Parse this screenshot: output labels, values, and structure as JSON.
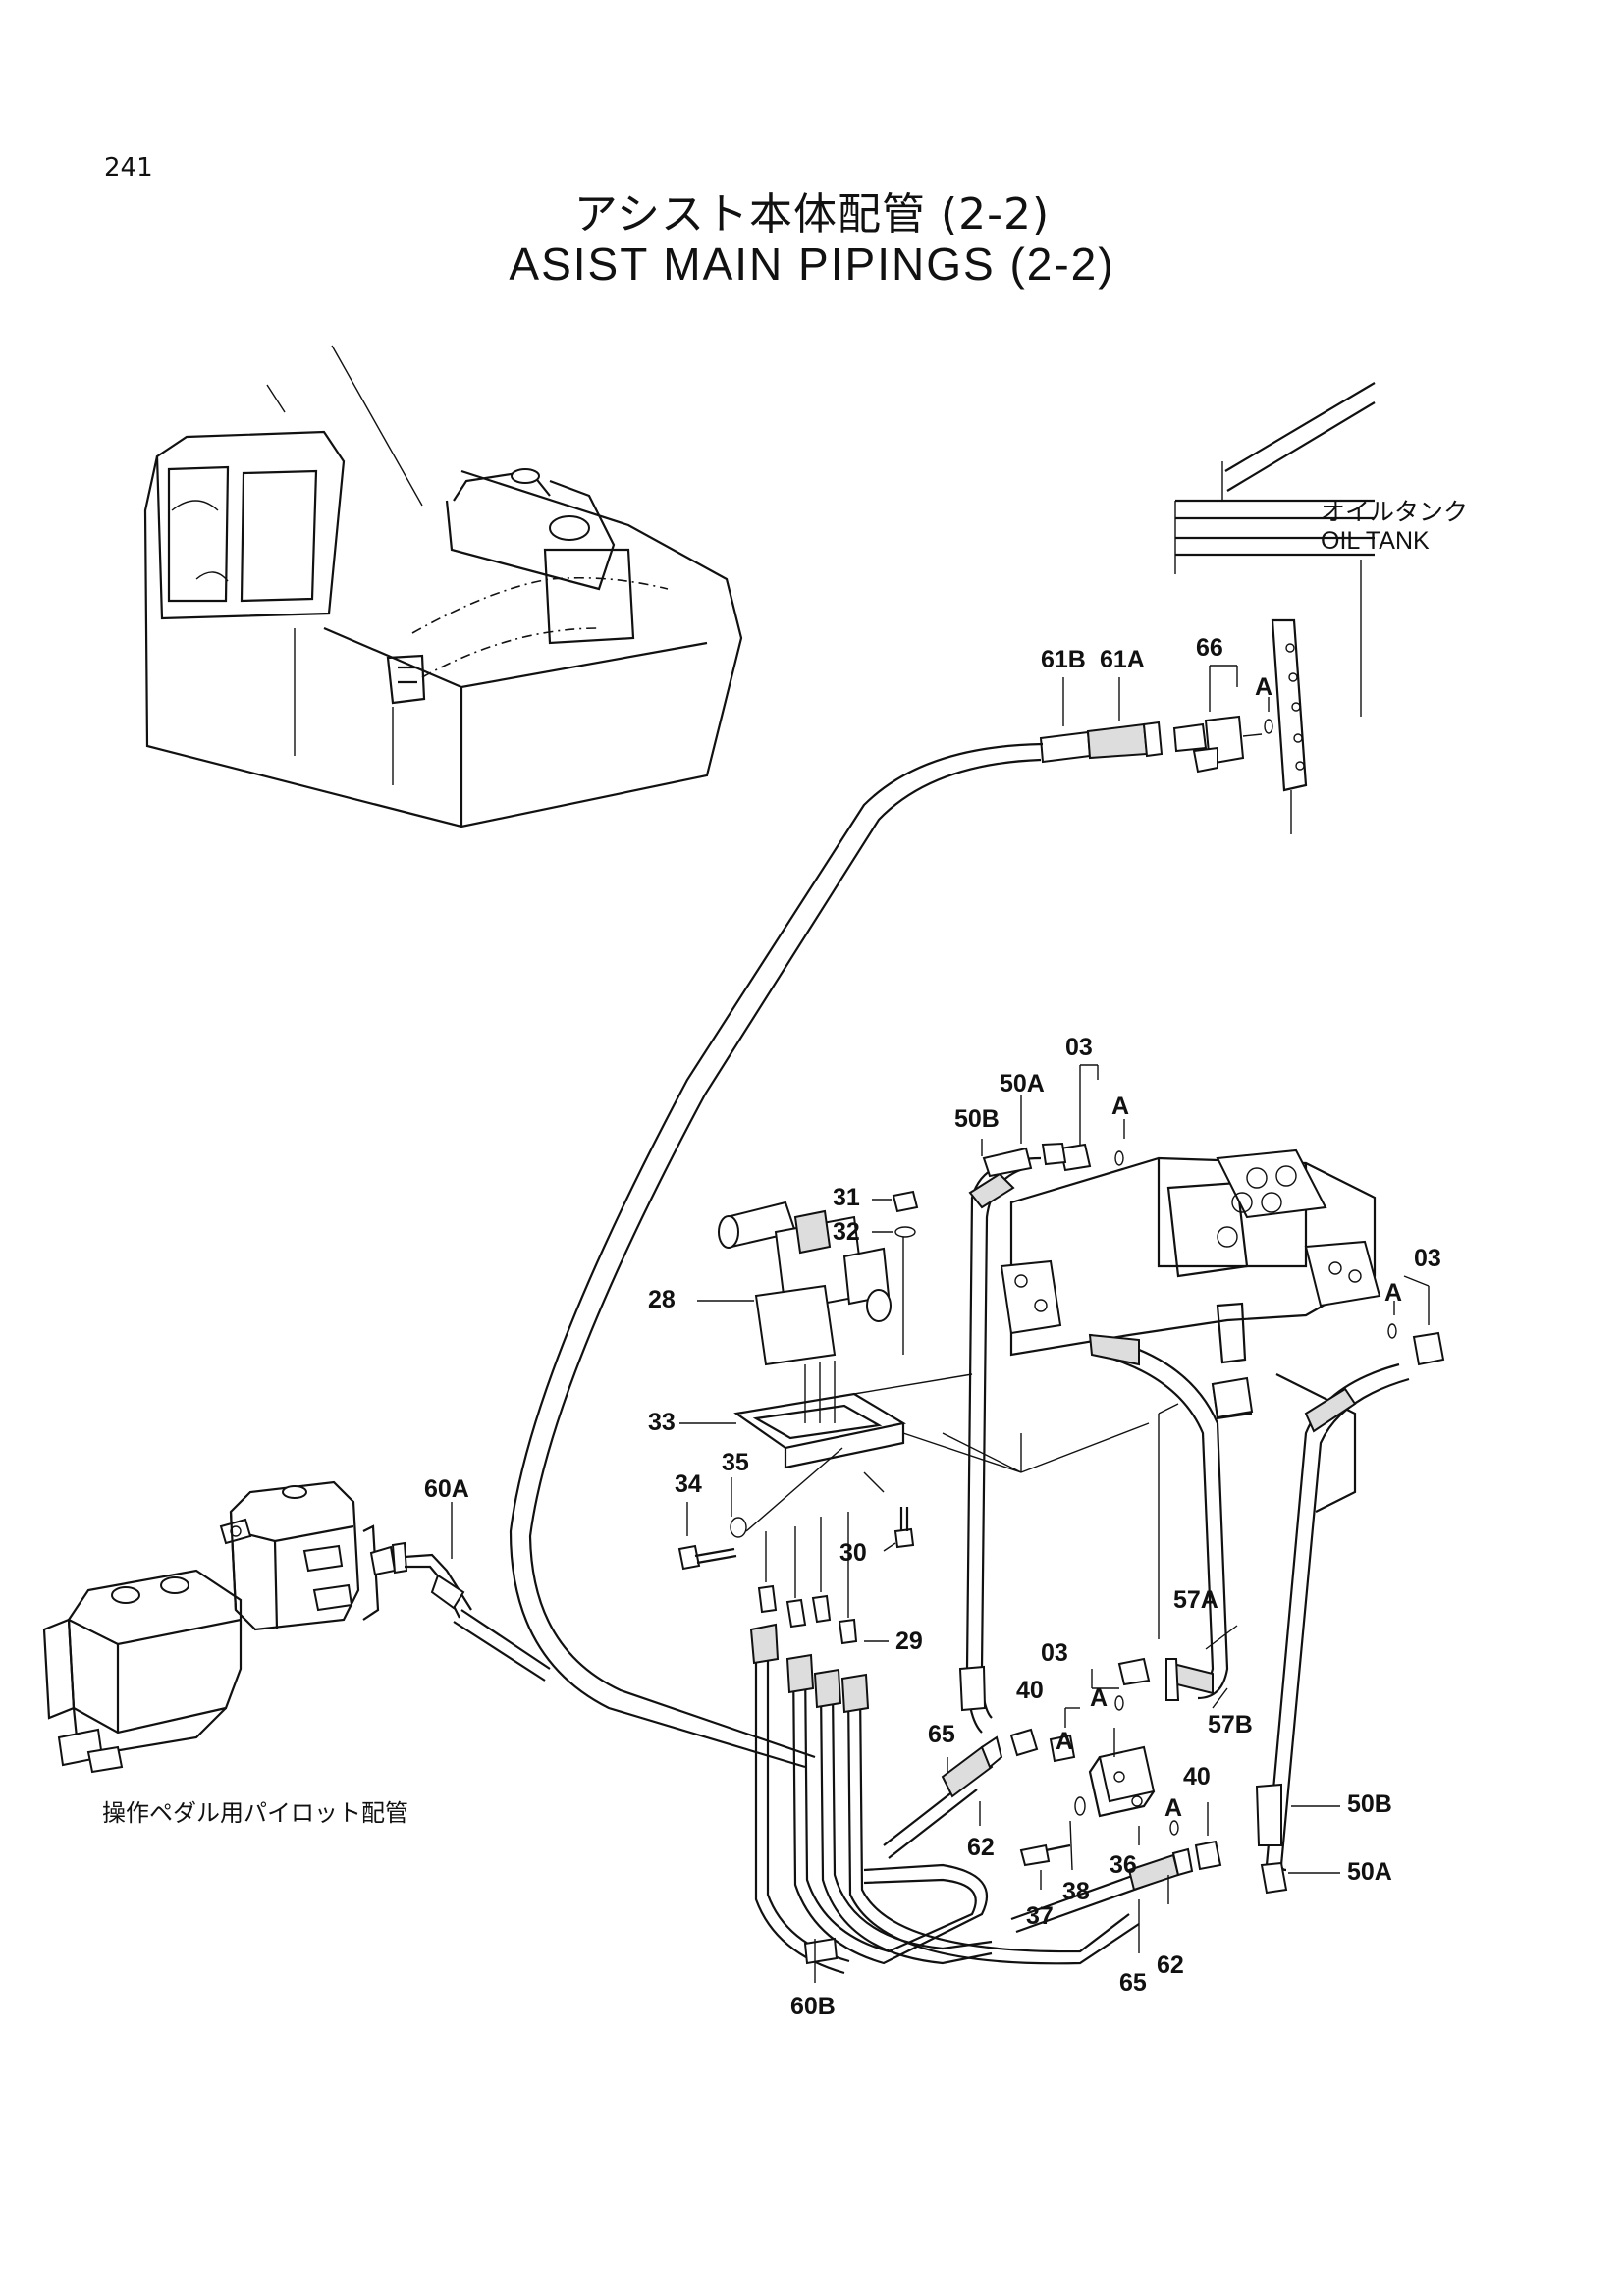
{
  "page_number": "241",
  "title_jp": "アシスト本体配管 (2-2)",
  "title_en": "ASIST MAIN PIPINGS (2-2)",
  "oil_tank": {
    "jp": "オイルタンク",
    "en": "OIL TANK"
  },
  "pilot_note": "操作ペダル用パイロット配管",
  "callouts": {
    "c61B": "61B",
    "c61A": "61A",
    "c66": "66",
    "a_tank": "A",
    "c03_top": "03",
    "a_top": "A",
    "c50B_top": "50B",
    "c50A_top": "50A",
    "c03_right": "03",
    "a_right": "A",
    "c31": "31",
    "c32": "32",
    "c28": "28",
    "c33": "33",
    "c34": "34",
    "c35": "35",
    "c30": "30",
    "c29": "29",
    "c60A": "60A",
    "c60B": "60B",
    "c57A": "57A",
    "c57B": "57B",
    "c03_mid": "03",
    "a_mid": "A",
    "c40_left": "40",
    "a_mid2": "A",
    "c40_right": "40",
    "a_low": "A",
    "c65_left": "65",
    "c62_left": "62",
    "c36": "36",
    "c37": "37",
    "c38": "38",
    "c50B_right": "50B",
    "c50A_right": "50A",
    "c65_bottom": "65",
    "c62_bottom": "62"
  },
  "icons": [
    "excavator-illustration",
    "oil-tank",
    "solenoid-valve",
    "control-valve",
    "pilot-pedal-valve"
  ]
}
